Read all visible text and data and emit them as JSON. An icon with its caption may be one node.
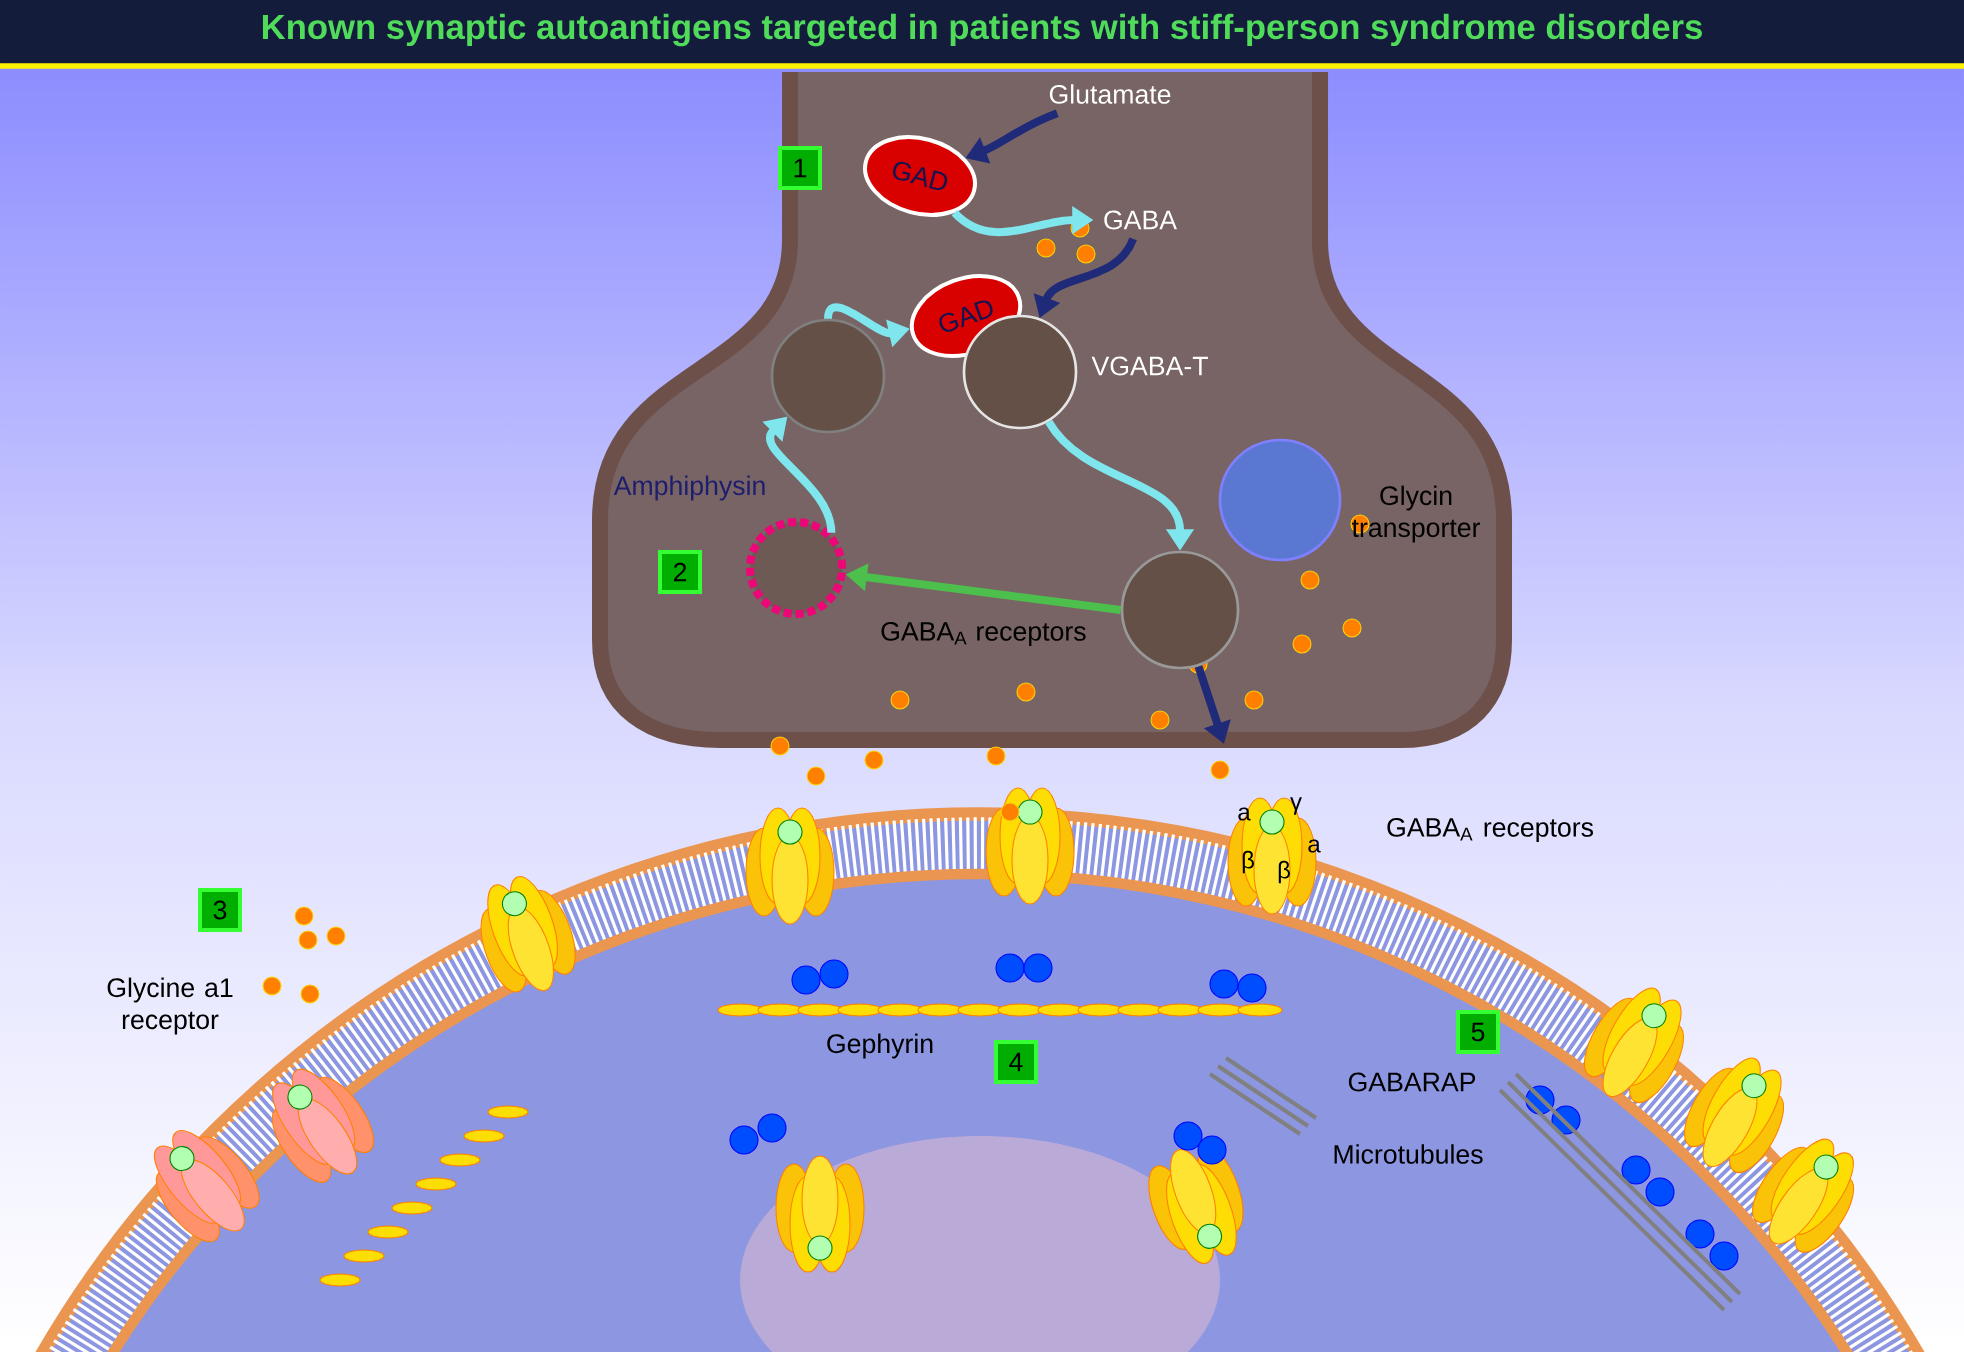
{
  "diagram": {
    "title": "Known synaptic autoantigens targeted in patients with stiff-person syndrome disorders",
    "nodes": [
      {
        "text": [
          "GAD"
        ]
      },
      {
        "text": [
          "GAD"
        ]
      },
      {
        "text": [
          "Glutamate"
        ]
      },
      {
        "text": [
          "GABA"
        ]
      },
      {
        "text": [],
        "shape": "circle"
      },
      {
        "text": [],
        "shape": "circle",
        "beside": [
          "VGABA-T"
        ]
      },
      {
        "text": [],
        "shape": "circle",
        "beside": [
          "Amphiphysin"
        ]
      },
      {
        "text": [],
        "shape": "circle"
      },
      {
        "text": [],
        "shape": "circle",
        "beside": [
          "Glycin transporter"
        ]
      }
    ],
    "edges": [
      {
        "from": 2,
        "to": 0,
        "arrow": "to",
        "color": "#1f2a78"
      },
      {
        "from": 0,
        "to": 3,
        "arrow": "to"
      },
      {
        "from": 3,
        "to": 5,
        "arrow": "to",
        "color": "#1f2a78"
      },
      {
        "from": 4,
        "to": 1,
        "arrow": "to"
      },
      {
        "from": 6,
        "to": 4,
        "arrow": "to"
      },
      {
        "from": 5,
        "to": 7,
        "arrow": "to"
      },
      {
        "from": 7,
        "to": 6,
        "arrow": "to",
        "color": "#4cbf4c",
        "label": "GABA$_{A}$ receptors"
      },
      {
        "from": 7,
        "to": null,
        "arrow": "to",
        "color": "#1f2a78"
      }
    ],
    "labels": [
      "1",
      "2",
      "3",
      "Glycine a1 receptor",
      "a",
      "γ",
      "GABA$_{A}$ receptors",
      "β",
      "a",
      "β",
      "5",
      "Gephyrin",
      "4",
      "GABARAP",
      "Microtubules"
    ]
  }
}
